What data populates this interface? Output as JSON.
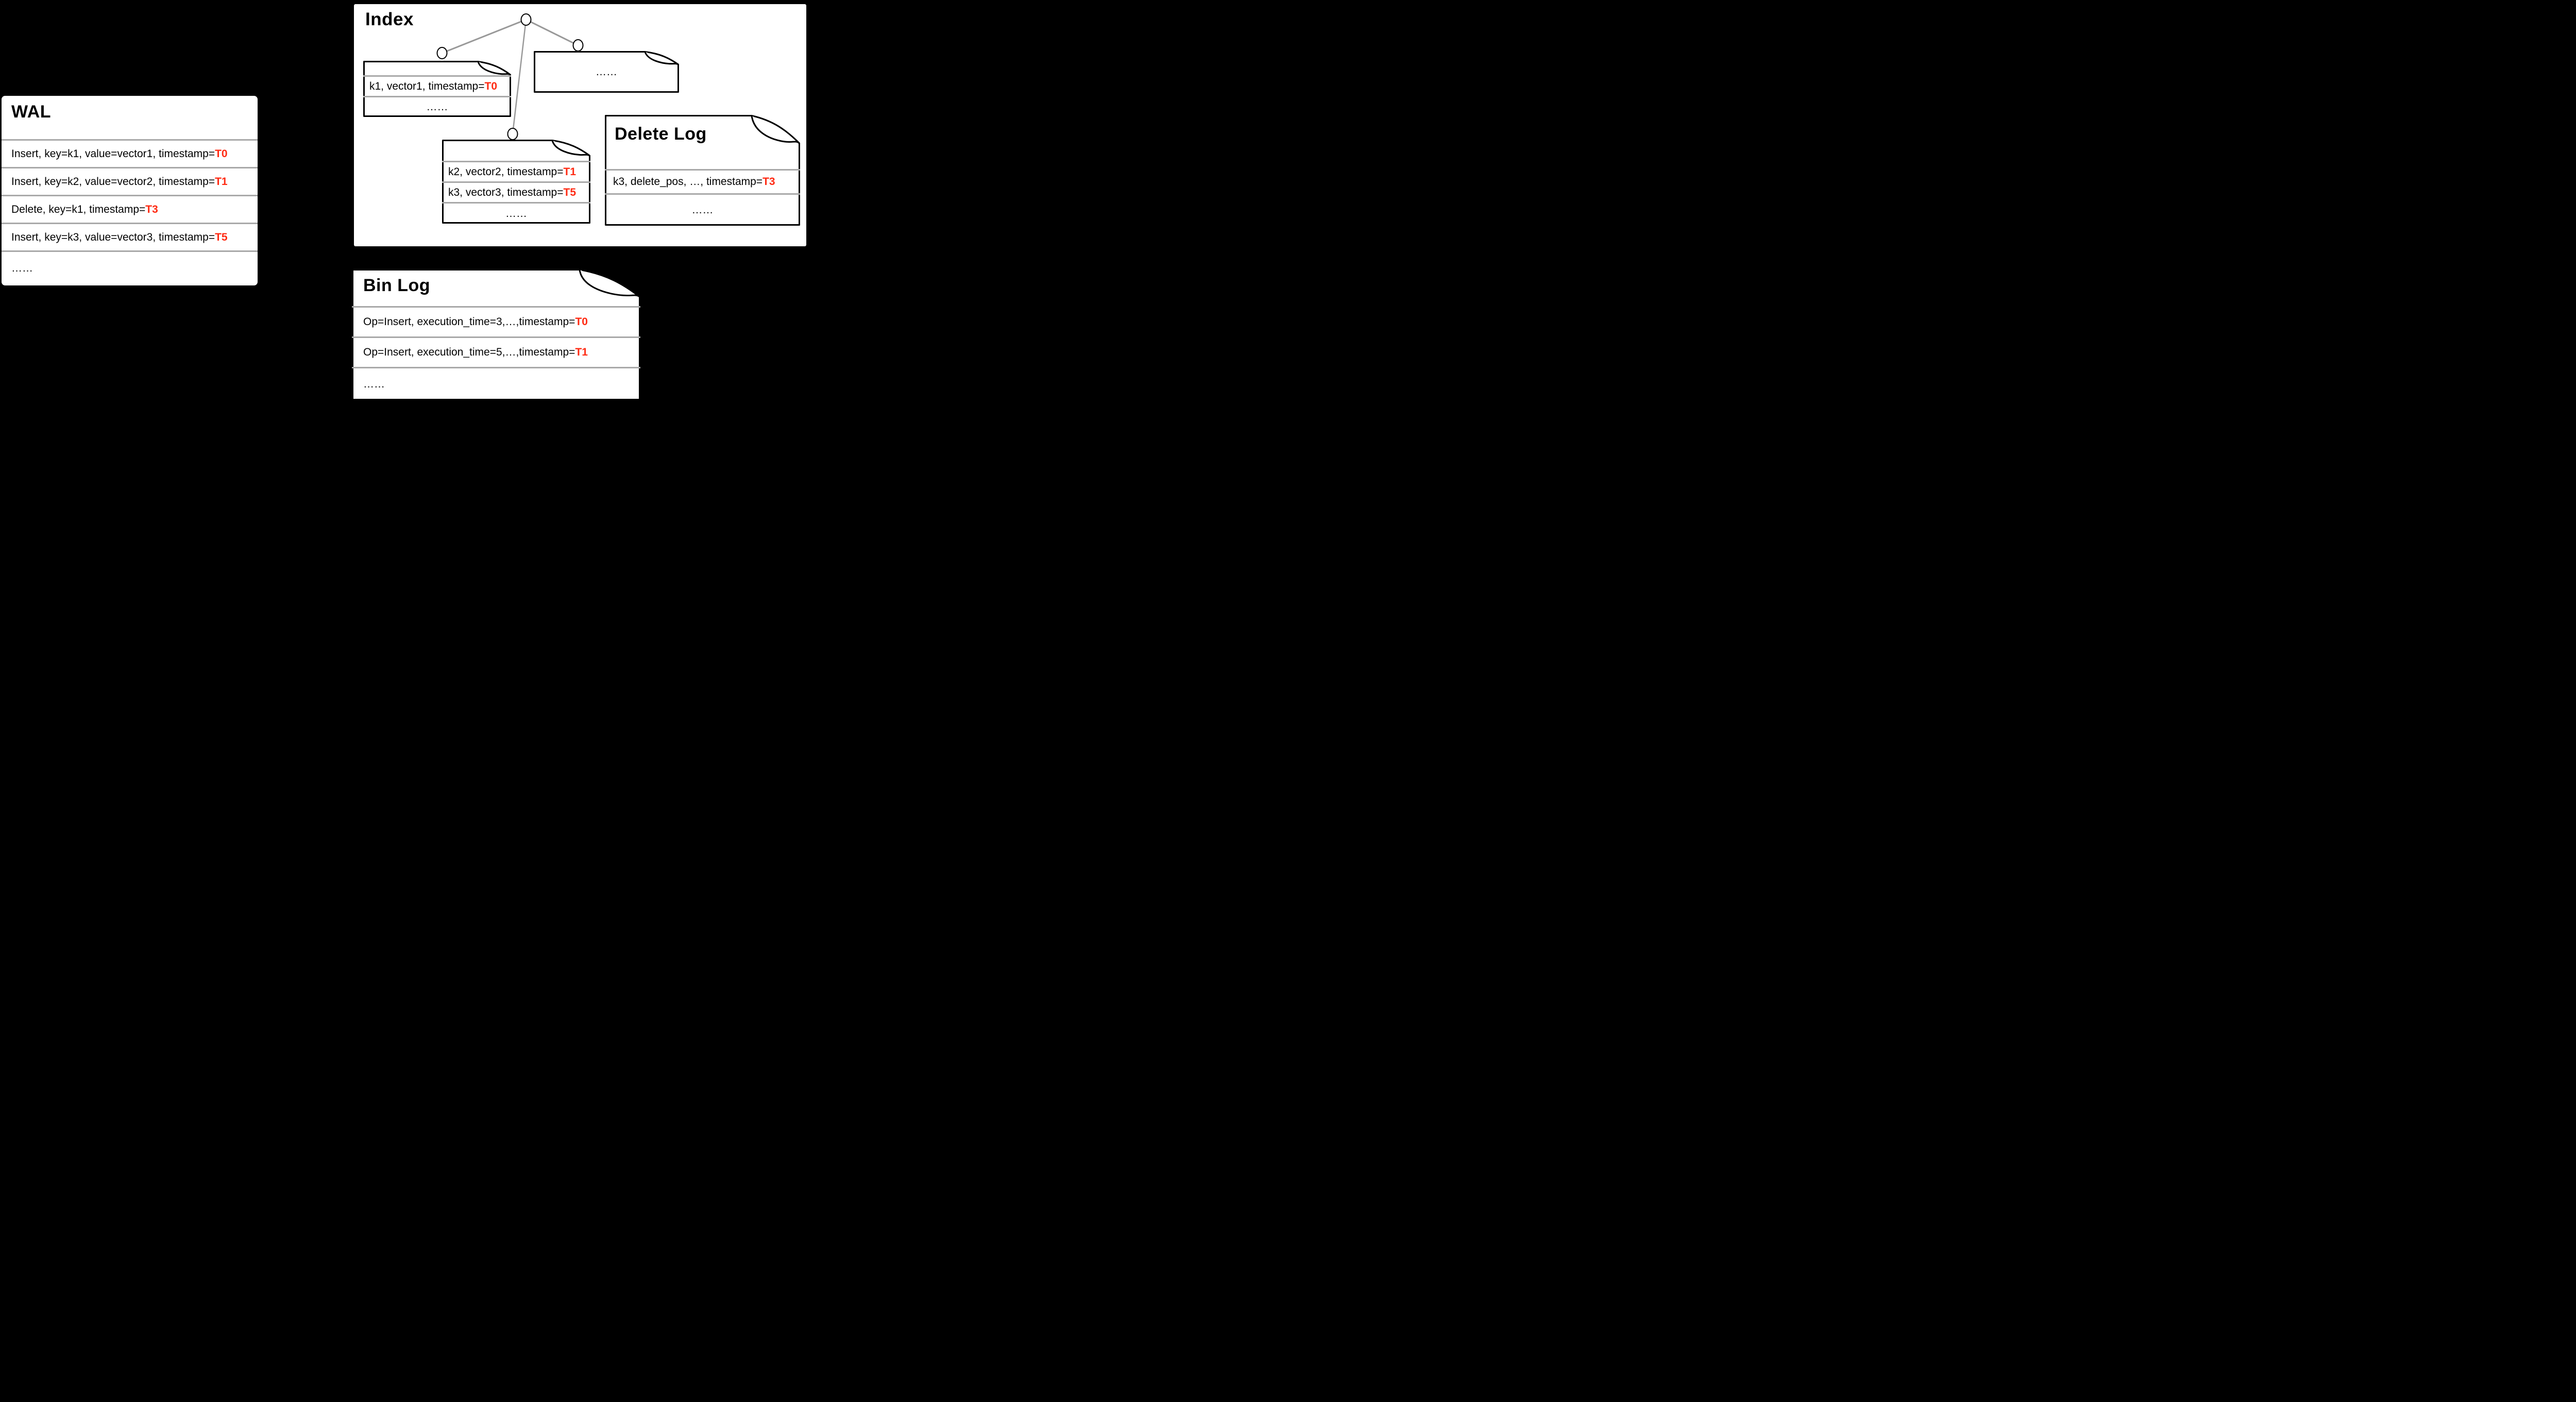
{
  "colors": {
    "background": "#000000",
    "panel": "#ffffff",
    "divider_gray": "#a9a9a9",
    "tree_edge_gray": "#999999",
    "highlight_red": "#ff2a12",
    "text_black": "#000000"
  },
  "wal": {
    "title": "WAL",
    "rows": [
      {
        "text": "Insert, key=k1, value=vector1, timestamp=",
        "ts": "T0"
      },
      {
        "text": "Insert, key=k2, value=vector2, timestamp=",
        "ts": "T1"
      },
      {
        "text": "Delete, key=k1, timestamp=",
        "ts": "T3"
      },
      {
        "text": "Insert, key=k3, value=vector3, timestamp=",
        "ts": "T5"
      },
      {
        "text": "……",
        "ts": ""
      }
    ]
  },
  "index": {
    "title": "Index",
    "segment_a": {
      "row": {
        "text": "k1, vector1, timestamp=",
        "ts": "T0"
      },
      "more": "……"
    },
    "segment_b": {
      "more": "……"
    },
    "segment_c": {
      "rows": [
        {
          "text": "k2, vector2, timestamp=",
          "ts": "T1"
        },
        {
          "text": "k3, vector3, timestamp=",
          "ts": "T5"
        }
      ],
      "more": "……"
    }
  },
  "delete_log": {
    "title": "Delete Log",
    "row": {
      "text": "k3, delete_pos, …, timestamp=",
      "ts": "T3"
    },
    "more": "……"
  },
  "bin_log": {
    "title": "Bin Log",
    "rows": [
      {
        "text": "Op=Insert, execution_time=3,…,timestamp=",
        "ts": "T0"
      },
      {
        "text": "Op=Insert, execution_time=5,…,timestamp=",
        "ts": "T1"
      }
    ],
    "more": "……"
  }
}
